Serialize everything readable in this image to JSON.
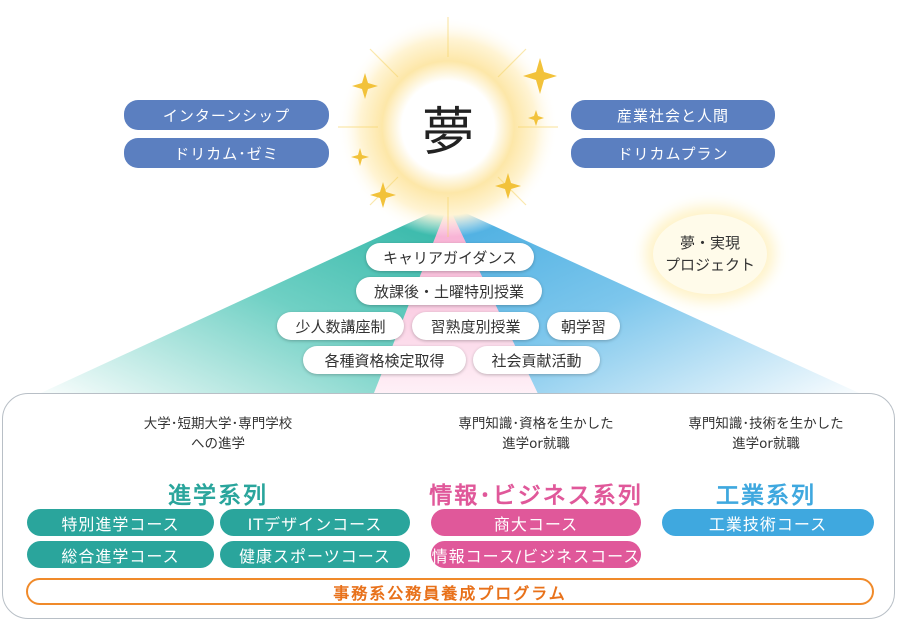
{
  "center": {
    "dream": "夢"
  },
  "left_pills": [
    "インターンシップ",
    "ドリカム･ゼミ"
  ],
  "right_pills": [
    "産業社会と人間",
    "ドリカムプラン"
  ],
  "project": {
    "line1": "夢・実現",
    "line2": "プロジェクト"
  },
  "pyramid_items": {
    "row1": [
      "キャリアガイダンス"
    ],
    "row2": [
      "放課後・土曜特別授業"
    ],
    "row3": [
      "少人数講座制",
      "習熟度別授業",
      "朝学習"
    ],
    "row4": [
      "各種資格検定取得",
      "社会貢献活動"
    ]
  },
  "tracks": [
    {
      "desc_line1": "大学･短期大学･専門学校",
      "desc_line2": "への進学",
      "heading": "進学系列",
      "color": "#2aa59c",
      "courses": [
        "特別進学コース",
        "ITデザインコース",
        "総合進学コース",
        "健康スポーツコース"
      ]
    },
    {
      "desc_line1": "専門知識･資格を生かした",
      "desc_line2": "進学or就職",
      "heading": "情報･ビジネス系列",
      "color": "#e0589a",
      "courses": [
        "商大コース",
        "情報コース/ビジネスコース"
      ]
    },
    {
      "desc_line1": "専門知識･技術を生かした",
      "desc_line2": "進学or就職",
      "heading": "工業系列",
      "color": "#3fa8df",
      "courses": [
        "工業技術コース"
      ]
    }
  ],
  "program": "事務系公務員養成プログラム",
  "colors": {
    "blue_pill": "#5b7fc0",
    "teal": "#2aa59c",
    "pink": "#e0589a",
    "sky": "#3fa8df",
    "orange": "#f08a2a",
    "gold": "#f2c23a"
  }
}
